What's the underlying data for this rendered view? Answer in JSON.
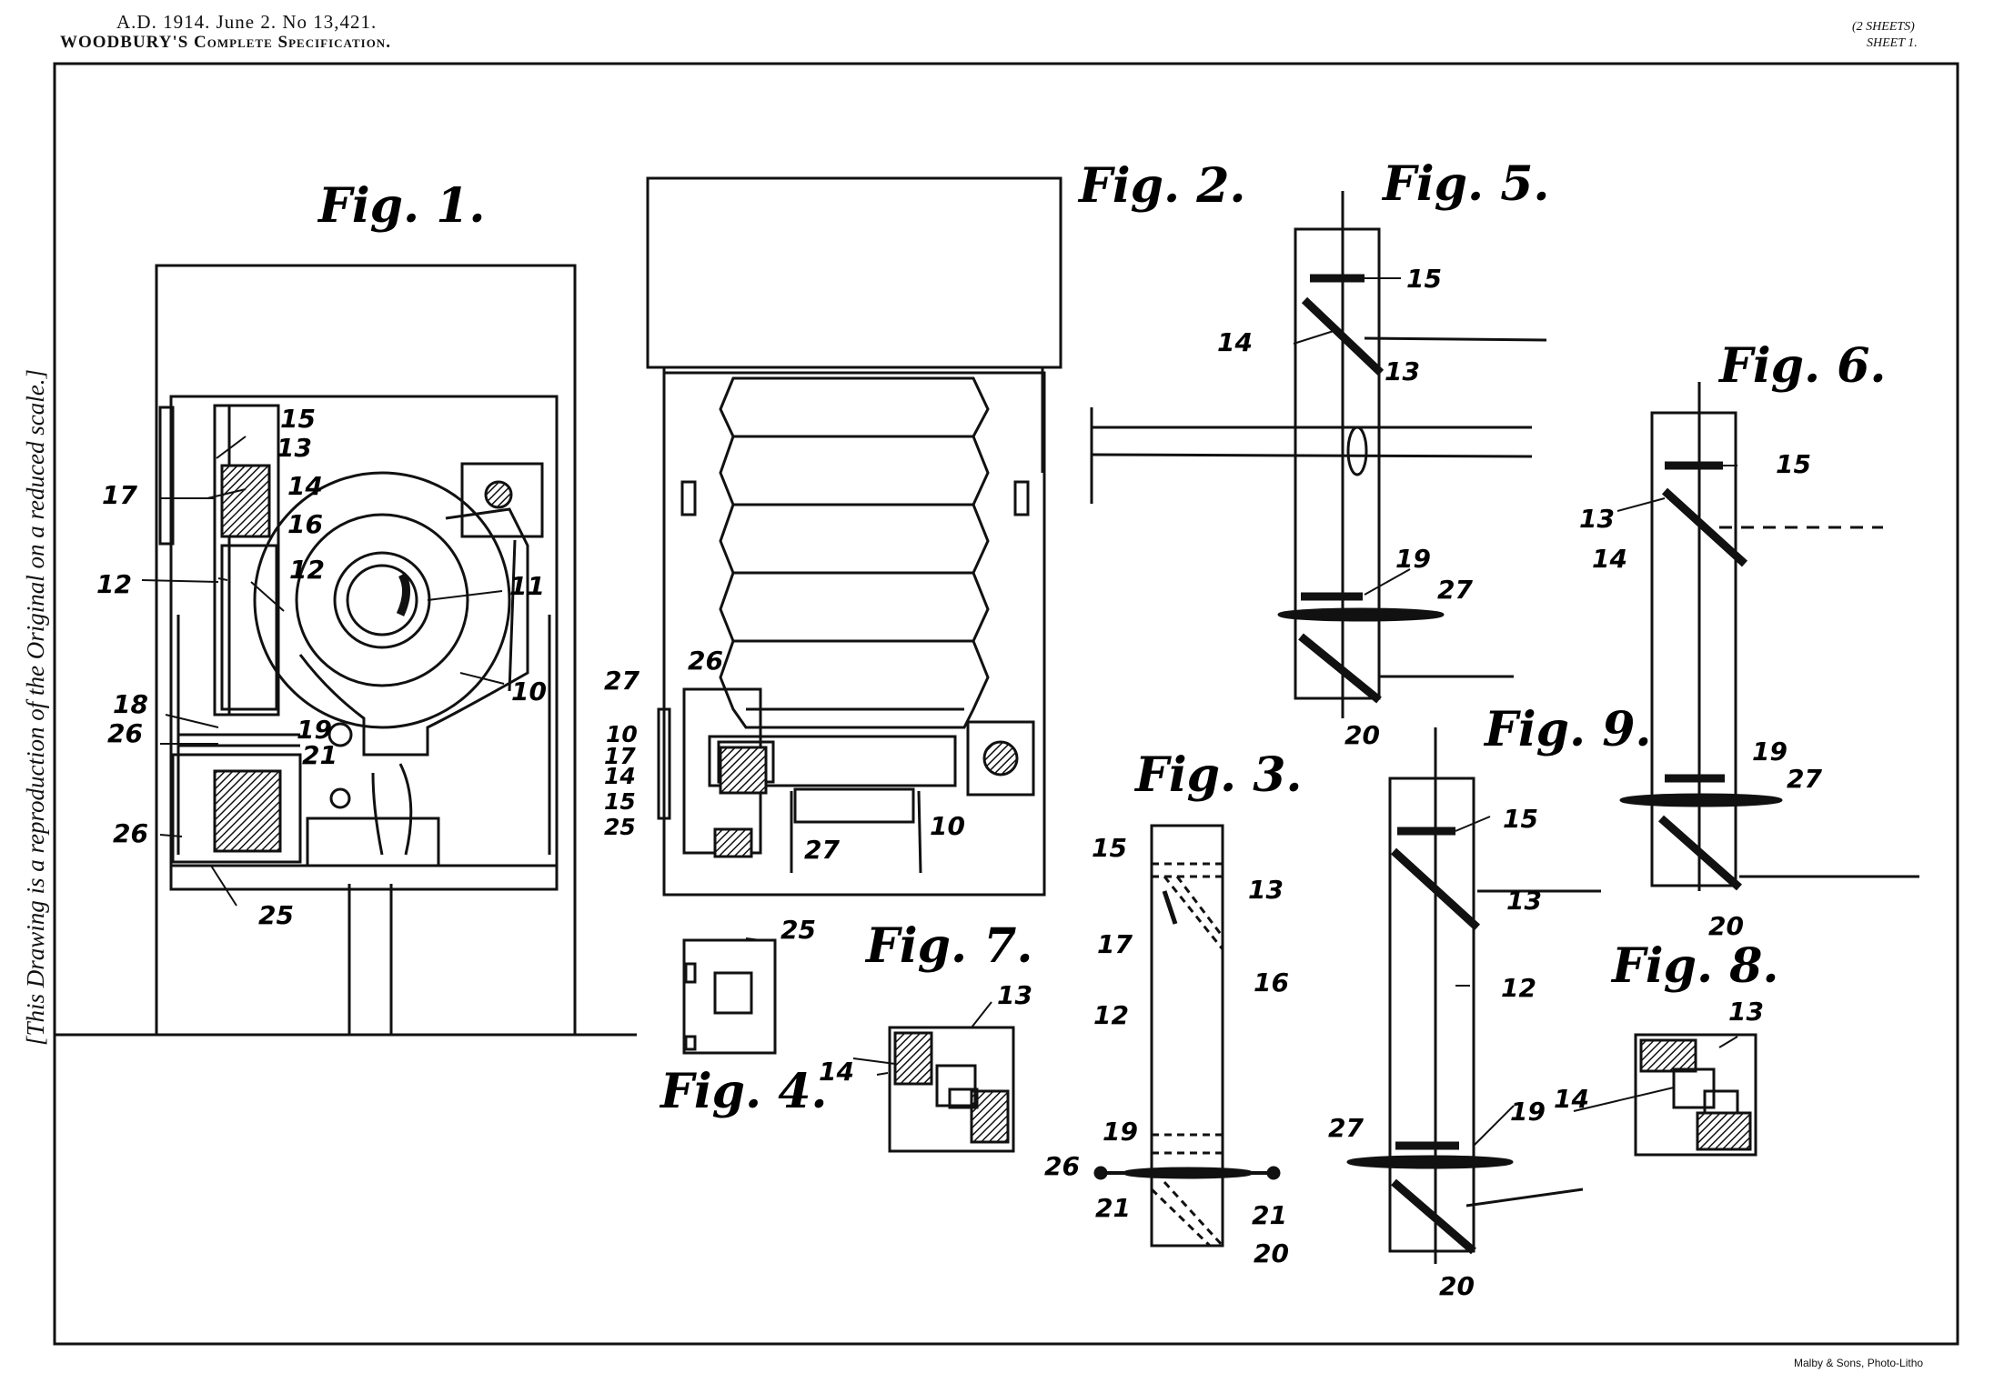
{
  "header": {
    "patent_line": "A.D. 1914. June 2. No 13,421.",
    "spec_line": "WOODBURY'S Complete Specification.",
    "sheets": "(2 SHEETS)",
    "sheet": "SHEET 1."
  },
  "side_note": "[This Drawing is a reproduction of the Original on a reduced scale.]",
  "footer": "Malby & Sons, Photo-Litho",
  "figures": {
    "fig1": "Fig. 1.",
    "fig2": "Fig. 2.",
    "fig3": "Fig. 3.",
    "fig4": "Fig. 4.",
    "fig5": "Fig. 5.",
    "fig6": "Fig. 6.",
    "fig7": "Fig. 7.",
    "fig8": "Fig. 8.",
    "fig9": "Fig. 9."
  },
  "numerals": {
    "n10": "10",
    "n11": "11",
    "n12": "12",
    "n13": "13",
    "n14": "14",
    "n15": "15",
    "n16": "16",
    "n17": "17",
    "n18": "18",
    "n19": "19",
    "n20": "20",
    "n21": "21",
    "n25": "25",
    "n26": "26",
    "n27": "27"
  }
}
